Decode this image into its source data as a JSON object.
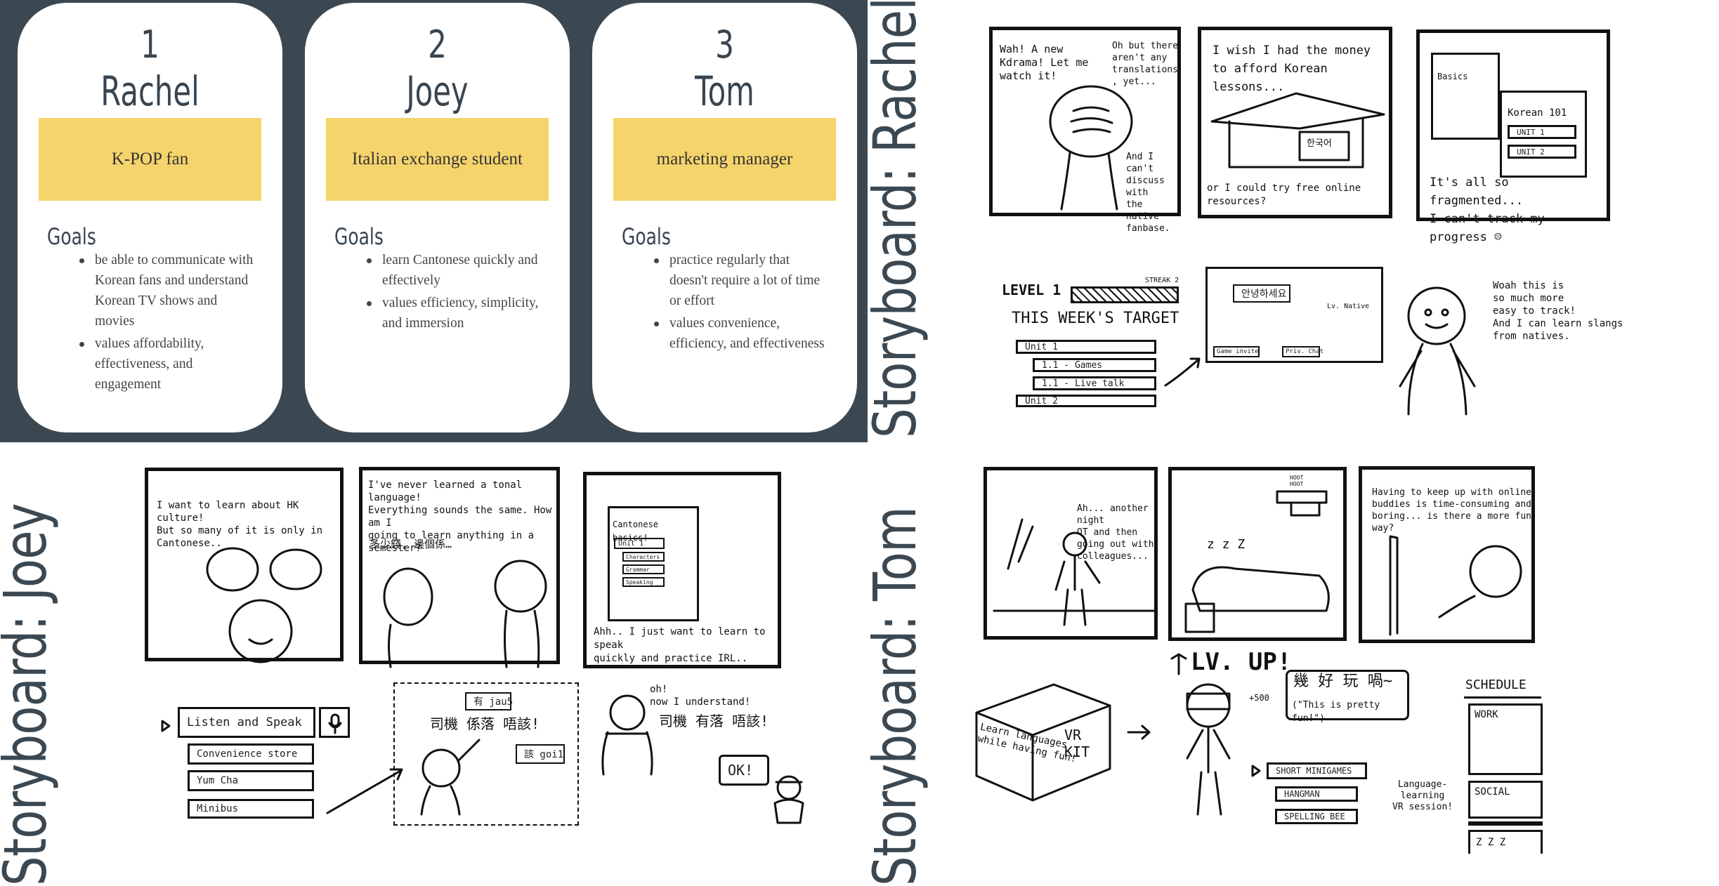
{
  "personas": [
    {
      "number": "1",
      "name": "Rachel",
      "role": "K-POP fan",
      "goals_label": "Goals",
      "goals": [
        "be able to communicate with Korean fans and understand Korean TV shows and movies",
        "values affordability, effectiveness, and engagement"
      ]
    },
    {
      "number": "2",
      "name": "Joey",
      "role": "Italian exchange student",
      "goals_label": "Goals",
      "goals": [
        "learn Cantonese quickly and effectively",
        "values efficiency, simplicity, and immersion"
      ]
    },
    {
      "number": "3",
      "name": "Tom",
      "role": "marketing manager",
      "goals_label": "Goals",
      "goals": [
        "practice regularly that doesn't require a lot of time or effort",
        "values convenience, efficiency, and effectiveness"
      ]
    }
  ],
  "storyboards": {
    "rachel": {
      "title": "Storyboard: Rachel",
      "p1_left": "Wah! A new\nKdrama! Let me\nwatch it!",
      "p1_right": "Oh but there\naren't any\ntranslations\n, yet...",
      "p1_bottom": "And I can't\ndiscuss with\nthe native\nfanbase.",
      "p2_top": "I wish I had the money\nto afford Korean lessons...",
      "p2_bottom": "or I could try free online resources?",
      "p2_sign": "한국어",
      "p3_basics": "Basics",
      "p3_course": "Korean 101",
      "p3_unit1": "UNIT 1",
      "p3_unit2": "UNIT 2",
      "p3_caption": "It's all so fragmented...\nI can't track my progress ☹",
      "level": "LEVEL 1",
      "streak": "STREAK 2",
      "target": "THIS WEEK'S TARGET",
      "unit1": "Unit 1",
      "games": "1.1 - Games",
      "live_talk": "1.1 - Live talk",
      "unit2": "Unit 2",
      "greeting": "안녕하세요!",
      "lv_native": "Lv. Native",
      "game_invite": "Game invite",
      "priv_chat": "Priv. Chat",
      "woah": "Woah this is\nso much more\neasy to track!\nAnd I can learn slangs\nfrom natives."
    },
    "joey": {
      "title": "Storyboard: Joey",
      "p1": "I want to learn about HK culture!\nBut so many of it is only in Cantonese..",
      "p2_top": "I've never learned a tonal language!\nEverything sounds the same. How am I\ngoing to learn anything in a\nsemester?",
      "p2_cn": "多少錢, 邊個係…",
      "p3_title": "Cantonese basics!",
      "p3_unit": "Unit 1",
      "p3_items": [
        "Characters",
        "Grammar",
        "Speaking"
      ],
      "p3_caption": "Ahh.. I just want to learn to speak\nquickly and practice IRL..",
      "menu": [
        "Listen and Speak",
        "Convenience store",
        "Yum Cha",
        "Minibus"
      ],
      "bubble1": "有 jau5",
      "line1": "司機 係落 唔該!",
      "bubble2": "該 goi1",
      "oh": "oh!\nnow I understand!",
      "line2": "司機 有落 唔該!",
      "ok": "OK!"
    },
    "tom": {
      "title": "Storyboard: Tom",
      "p1": "Ah... another night\nOT and then\ngoing out with\ncolleagues...",
      "p2_zzz": "z z Z",
      "p2_alarm": "HOOT\nHOOT",
      "p3": "Having to keep up with online\nbuddies is time-consuming and\nboring... is there a more fun\nway?",
      "box_text": "Learn languages\nwhile having fun!",
      "vr_kit": "VR\nKIT",
      "lvup": "LV. UP!",
      "plus": "+500",
      "cn": "幾 好 玩 喎~",
      "translation": "(\"This is pretty fun!\")",
      "minigames": [
        "SHORT MINIGAMES",
        "HANGMAN",
        "SPELLING BEE"
      ],
      "schedule": "SCHEDULE",
      "work": "WORK",
      "social": "SOCIAL",
      "zzz": "Z Z Z",
      "session": "Language-\nlearning\nVR session!"
    }
  }
}
